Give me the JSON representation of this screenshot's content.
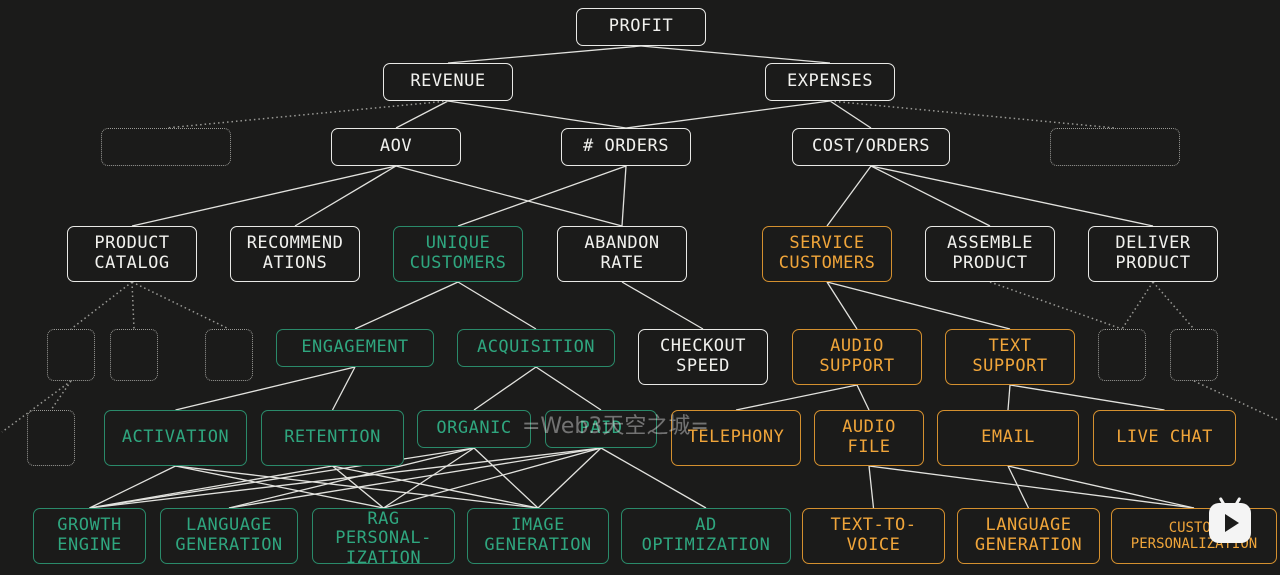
{
  "diagram": {
    "nodes": {
      "profit": "PROFIT",
      "revenue": "REVENUE",
      "expenses": "EXPENSES",
      "aov": "AOV",
      "orders": "# ORDERS",
      "cost_orders": "COST/ORDERS",
      "product_catalog": "PRODUCT\nCATALOG",
      "recommendations": "RECOMMEND\nATIONS",
      "unique_customers": "UNIQUE\nCUSTOMERS",
      "abandon_rate": "ABANDON\nRATE",
      "service_customers": "SERVICE\nCUSTOMERS",
      "assemble_product": "ASSEMBLE\nPRODUCT",
      "deliver_product": "DELIVER\nPRODUCT",
      "engagement": "ENGAGEMENT",
      "acquisition": "ACQUISITION",
      "checkout_speed": "CHECKOUT\nSPEED",
      "audio_support": "AUDIO\nSUPPORT",
      "text_support": "TEXT\nSUPPORT",
      "activation": "ACTIVATION",
      "retention": "RETENTION",
      "organic": "ORGANIC",
      "paid": "PAID",
      "telephony": "TELEPHONY",
      "audio_file": "AUDIO\nFILE",
      "email": "EMAIL",
      "live_chat": "LIVE CHAT",
      "growth_engine": "GROWTH\nENGINE",
      "language_generation_1": "LANGUAGE\nGENERATION",
      "rag_personalization": "RAG\nPERSONAL-\nIZATION",
      "image_generation": "IMAGE\nGENERATION",
      "ad_optimization": "AD\nOPTIMIZATION",
      "text_to_voice": "TEXT-TO-\nVOICE",
      "language_generation_2": "LANGUAGE\nGENERATION",
      "custom_personalization": "CUSTOM\nPERSONALIZATION"
    }
  },
  "watermark": "=Web3天空之城=",
  "icons": {
    "player": "play-button-icon"
  },
  "colors": {
    "background": "#1b1b1a",
    "node_default": "#f1f1ee",
    "node_green": "#2fa67f",
    "node_orange": "#f0a53a"
  }
}
